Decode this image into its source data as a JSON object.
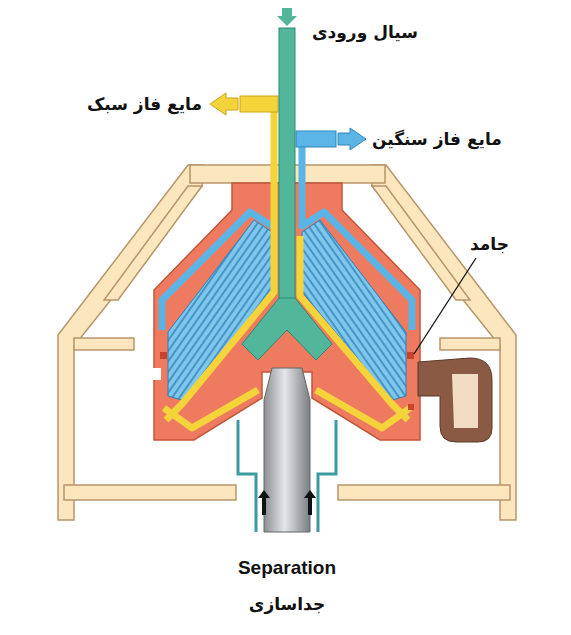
{
  "diagram": {
    "labels": [
      "سیال ورودی",
      "مایع فاز سبک",
      "مایع فاز سنگین",
      "جامد",
      "Separation",
      "جداسازی"
    ]
  }
}
